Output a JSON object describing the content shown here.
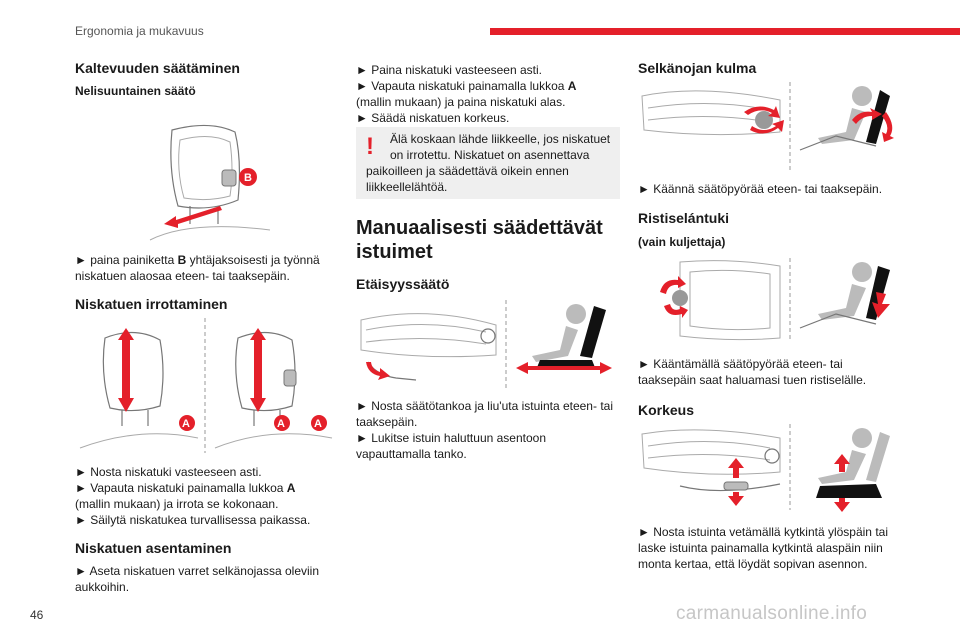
{
  "header": {
    "section": "Ergonomia ja mukavuus",
    "accent": "#e4202a"
  },
  "page_number": "46",
  "watermark": "carmanualsonline.info",
  "col1": {
    "h_tilt": "Kaltevuuden säätäminen",
    "h_four": "Nelisuuntainen säätö",
    "p_tilt_a": "► paina painiketta ",
    "p_tilt_b": "B",
    "p_tilt_c": " yhtäjaksoisesti ja työnnä",
    "p_tilt_d": "niskatuen alaosaa eteen- tai taaksepäin.",
    "h_remove": "Niskatuen irrottaminen",
    "p_rem1": "► Nosta niskatuki vasteeseen asti.",
    "p_rem2a": "► Vapauta niskatuki painamalla lukkoa ",
    "p_rem2b": "A",
    "p_rem3": "(mallin mukaan) ja irrota se kokonaan.",
    "p_rem4": "► Säilytä niskatukea turvallisessa paikassa.",
    "h_install": "Niskatuen asentaminen",
    "p_inst1": "► Aseta niskatuen varret selkänojassa oleviin",
    "p_inst2": "aukkoihin.",
    "label_b": "B",
    "label_a": "A"
  },
  "col2": {
    "p1": "► Paina niskatuki vasteeseen asti.",
    "p2a": "► Vapauta niskatuki painamalla lukkoa ",
    "p2b": "A",
    "p3": "(mallin mukaan) ja paina niskatuki alas.",
    "p4": "► Säädä niskatuen korkeus.",
    "warn1": "Älä koskaan lähde liikkeelle, jos niskatuet",
    "warn2": "on irrotettu. Niskatuet on asennettava",
    "warn3": "paikoilleen ja säädettävä oikein ennen",
    "warn4": "liikkeellelähtöä.",
    "warn_mark": "!",
    "h_manual1": "Manuaalisesti säädettävät",
    "h_manual2": "istuimet",
    "h_dist": "Etäisyyssäätö",
    "p_dist1": "► Nosta säätötankoa ja liu'uta istuinta eteen- tai",
    "p_dist2": "taaksepäin.",
    "p_dist3": "► Lukitse istuin haluttuun asentoon",
    "p_dist4": "vapauttamalla tanko."
  },
  "col3": {
    "h_back": "Selkänojan kulma",
    "p_back": "► Käännä säätöpyörää eteen- tai taaksepäin.",
    "h_lumbar": "Ristiselántuki",
    "h_driver": "(vain kuljettaja)",
    "p_lum1": "► Kääntämällä säätöpyörää eteen- tai",
    "p_lum2": "taaksepäin saat haluamasi tuen ristiselälle.",
    "h_height": "Korkeus",
    "p_h1": "► Nosta istuinta vetämällä kytkintä ylöspäin tai",
    "p_h2": "laske istuinta painamalla kytkintä alaspäin niin",
    "p_h3": "monta kertaa, että löydät sopivan asennon."
  }
}
